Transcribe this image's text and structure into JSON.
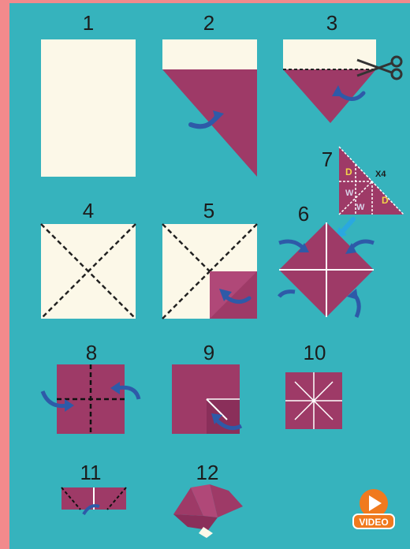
{
  "steps": [
    {
      "number": "1"
    },
    {
      "number": "2"
    },
    {
      "number": "3"
    },
    {
      "number": "4"
    },
    {
      "number": "5"
    },
    {
      "number": "6"
    },
    {
      "number": "7"
    },
    {
      "number": "8"
    },
    {
      "number": "9"
    },
    {
      "number": "10"
    },
    {
      "number": "11"
    },
    {
      "number": "12"
    }
  ],
  "step7": {
    "multiplier": "X4",
    "letter_d": "D",
    "letter_w": "W"
  },
  "video_badge": {
    "label": "VIDEO"
  },
  "colors": {
    "background": "#36b3bd",
    "border": "#f28a8c",
    "paper_cream": "#fcf8e8",
    "paper_magenta": "#9e3a67",
    "arrow_blue": "#2e5aa8",
    "arrow_cyan": "#2aa8e0",
    "letter_yellow": "#f2d34a",
    "video_orange": "#f07a1e"
  }
}
